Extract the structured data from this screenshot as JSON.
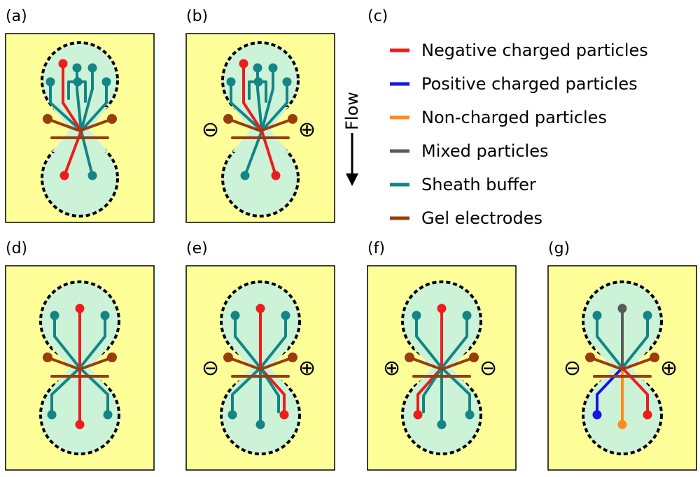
{
  "panels": {
    "a": {
      "label": "(a)",
      "left": "",
      "right": ""
    },
    "b": {
      "label": "(b)",
      "left": "⊖",
      "right": "⊕"
    },
    "c": {
      "label": "(c)"
    },
    "d": {
      "label": "(d)",
      "left": "",
      "right": ""
    },
    "e": {
      "label": "(e)",
      "left": "⊖",
      "right": "⊕"
    },
    "f": {
      "label": "(f)",
      "left": "⊕",
      "right": "⊖"
    },
    "g": {
      "label": "(g)",
      "left": "⊖",
      "right": "⊕"
    }
  },
  "flow_label": "Flow",
  "legend": [
    {
      "label": "Negative charged particles",
      "color": "#ee1c1c"
    },
    {
      "label": "Positive charged particles",
      "color": "#1515e8"
    },
    {
      "label": "Non-charged particles",
      "color": "#ff8c1a"
    },
    {
      "label": "Mixed particles",
      "color": "#5a5a5a"
    },
    {
      "label": "Sheath buffer",
      "color": "#138585"
    },
    {
      "label": "Gel electrodes",
      "color": "#993d0d"
    }
  ],
  "colors": {
    "background_panel": "#ffff99",
    "chamber_fill": "#ccf2d8",
    "negative": "#ee1c1c",
    "positive": "#1515e8",
    "neutral": "#ff8c1a",
    "mixed": "#5a5a5a",
    "sheath": "#138585",
    "electrode": "#993d0d"
  }
}
